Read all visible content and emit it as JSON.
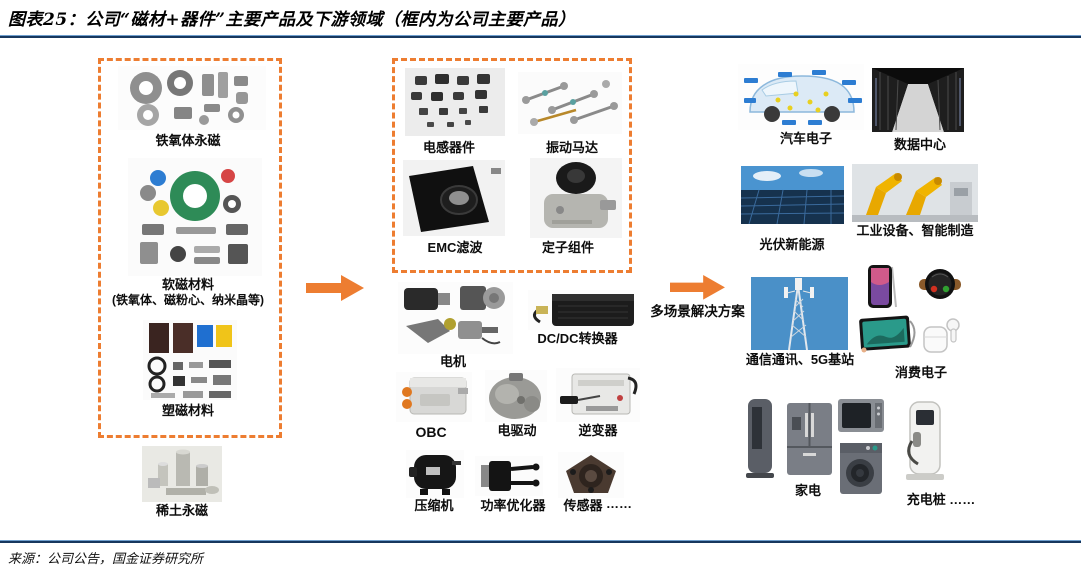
{
  "figure": {
    "title": "图表25：公司“磁材+器件”主要产品及下游领域（框内为公司主要产品）",
    "source": "来源：公司公告，国金证券研究所"
  },
  "materials_box": {
    "items": [
      {
        "label": "铁氧体永磁"
      },
      {
        "label": "软磁材料",
        "sublabel": "(铁氧体、磁粉心、纳米晶等)"
      },
      {
        "label": "塑磁材料"
      }
    ],
    "outside_item": {
      "label": "稀土永磁"
    }
  },
  "devices_box": {
    "items": [
      {
        "label": "电感器件"
      },
      {
        "label": "振动马达"
      },
      {
        "label": "EMC滤波"
      },
      {
        "label": "定子组件"
      }
    ]
  },
  "devices_outside": {
    "items": [
      {
        "label": "电机"
      },
      {
        "label": "DC/DC转换器"
      },
      {
        "label": "OBC"
      },
      {
        "label": "电驱动"
      },
      {
        "label": "逆变器"
      },
      {
        "label": "压缩机"
      },
      {
        "label": "功率优化器"
      },
      {
        "label": "传感器"
      }
    ],
    "ellipsis": "……"
  },
  "solution_arrow": {
    "label": "多场景解决方案"
  },
  "downstream": {
    "items": [
      {
        "label": "汽车电子"
      },
      {
        "label": "数据中心"
      },
      {
        "label": "光伏新能源"
      },
      {
        "label": "工业设备、智能制造"
      },
      {
        "label": "通信通讯、5G基站"
      },
      {
        "label": "消费电子"
      },
      {
        "label": "家电"
      },
      {
        "label": "充电桩 ……"
      }
    ]
  },
  "colors": {
    "accent_orange": "#ed7d31",
    "separator_blue": "#17375e"
  }
}
